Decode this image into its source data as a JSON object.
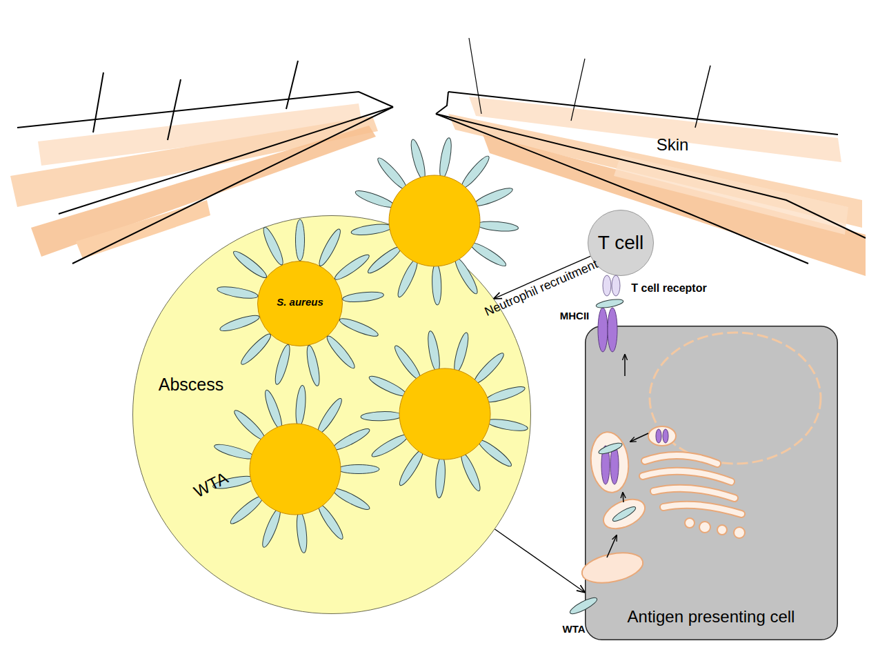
{
  "diagram": {
    "nodes": [
      {
        "text": [
          "Skin"
        ]
      },
      {
        "text": [
          "Abscess"
        ]
      },
      {
        "text": [
          "S. aureus"
        ],
        "in": 1
      },
      {
        "text": [
          "T cell"
        ]
      },
      {
        "text": [
          "Antigen presenting cell"
        ]
      }
    ],
    "edges": [
      {
        "from": 3,
        "to": 1,
        "label": "Neutrophil recruitment",
        "arrow": "to"
      },
      {
        "from": 1,
        "to": 4,
        "arrow": "to"
      }
    ],
    "labels": [
      "T cell receptor",
      "MHCII",
      "WTA",
      "WTA"
    ]
  }
}
